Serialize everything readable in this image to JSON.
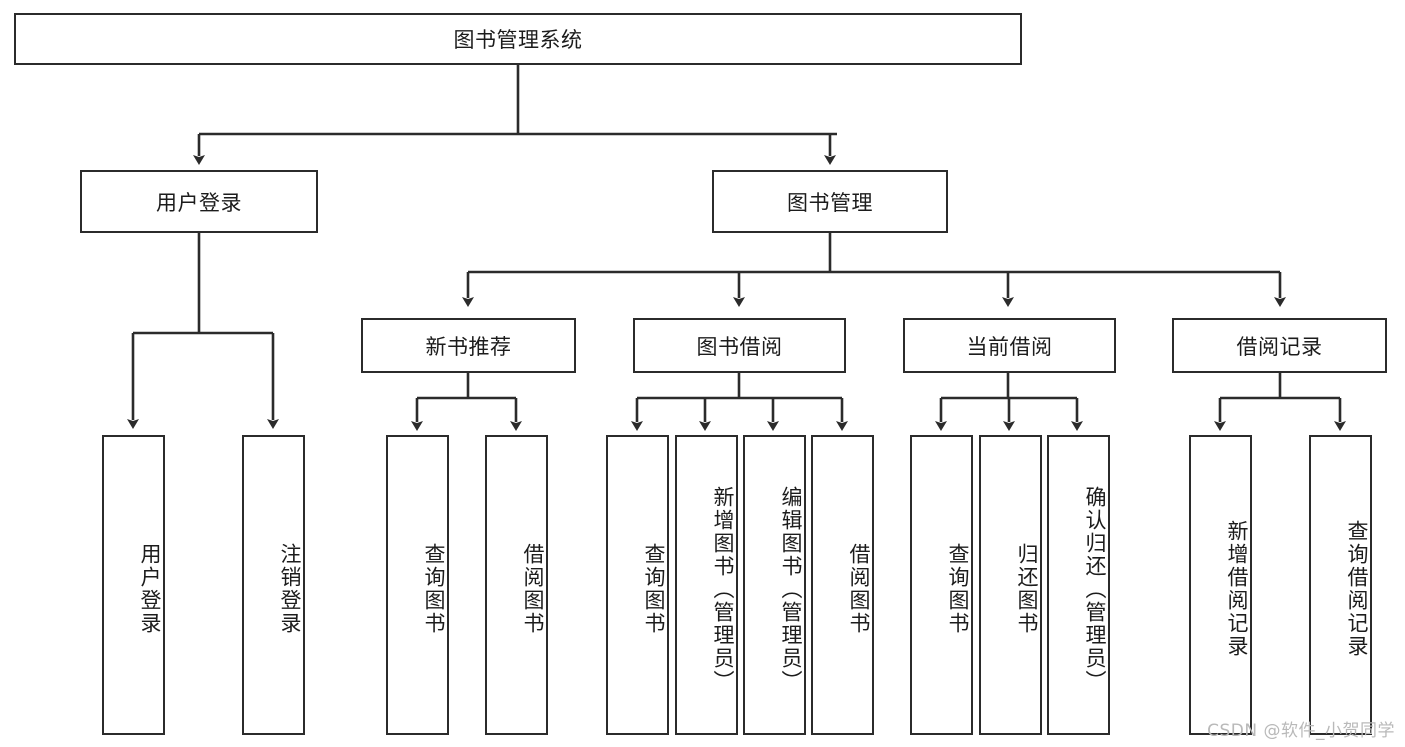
{
  "diagram": {
    "type": "tree",
    "title": "图书管理系统",
    "root": {
      "id": "root",
      "label": "图书管理系统"
    },
    "level1": [
      {
        "id": "user-login",
        "label": "用户登录"
      },
      {
        "id": "book-manage",
        "label": "图书管理"
      }
    ],
    "level2": [
      {
        "id": "new-book-recommend",
        "label": "新书推荐",
        "parent": "book-manage"
      },
      {
        "id": "book-borrow",
        "label": "图书借阅",
        "parent": "book-manage"
      },
      {
        "id": "current-borrow",
        "label": "当前借阅",
        "parent": "book-manage"
      },
      {
        "id": "borrow-record",
        "label": "借阅记录",
        "parent": "book-manage"
      }
    ],
    "leaves": [
      {
        "id": "leaf-user-login",
        "label": "用户登录",
        "parent": "user-login"
      },
      {
        "id": "leaf-logout",
        "label": "注销登录",
        "parent": "user-login"
      },
      {
        "id": "leaf-query-book-1",
        "label": "查询图书",
        "parent": "new-book-recommend"
      },
      {
        "id": "leaf-borrow-book-1",
        "label": "借阅图书",
        "parent": "new-book-recommend"
      },
      {
        "id": "leaf-query-book-2",
        "label": "查询图书",
        "parent": "book-borrow"
      },
      {
        "id": "leaf-add-book",
        "label": "新增图书（管理员）",
        "parent": "book-borrow"
      },
      {
        "id": "leaf-edit-book",
        "label": "编辑图书（管理员）",
        "parent": "book-borrow"
      },
      {
        "id": "leaf-borrow-book-2",
        "label": "借阅图书",
        "parent": "book-borrow"
      },
      {
        "id": "leaf-query-book-3",
        "label": "查询图书",
        "parent": "current-borrow"
      },
      {
        "id": "leaf-return-book",
        "label": "归还图书",
        "parent": "current-borrow"
      },
      {
        "id": "leaf-confirm-return",
        "label": "确认归还（管理员）",
        "parent": "current-borrow"
      },
      {
        "id": "leaf-add-record",
        "label": "新增借阅记录",
        "parent": "borrow-record"
      },
      {
        "id": "leaf-query-record",
        "label": "查询借阅记录",
        "parent": "borrow-record"
      }
    ]
  },
  "watermark": {
    "text": "CSDN @软件_小贺同学"
  },
  "colors": {
    "background": "#ffffff",
    "stroke": "#2b2b2b",
    "text": "#1c1c1c",
    "watermark": "#b9b9b9"
  }
}
